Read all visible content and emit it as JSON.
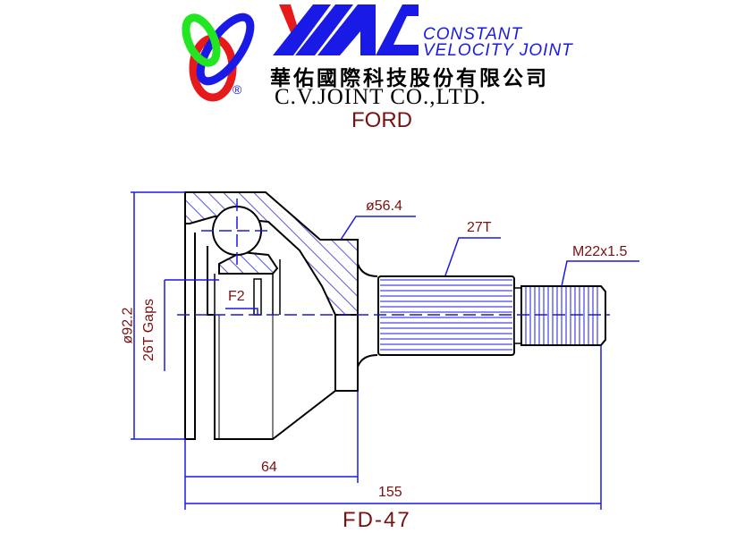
{
  "header": {
    "logo_text": "YAC",
    "registered_mark": "®",
    "tagline_line1": "CONSTANT",
    "tagline_line2": "VELOCITY  JOINT",
    "company_chinese": "華佑國際科技股份有限公司",
    "company_english": "C.V.JOINT CO.,LTD.",
    "make": "FORD"
  },
  "drawing": {
    "outer_diameter": "ø92.2",
    "inner_teeth": "26T Gaps",
    "bell_diameter": "ø56.4",
    "shaft_teeth": "27T",
    "thread": "M22x1.5",
    "f_label": "F2",
    "length_inner": "64",
    "length_total": "155",
    "part_number": "FD-47"
  },
  "colors": {
    "blue": "#1a1ae6",
    "dim_red": "#7a1010",
    "line": "#000000"
  }
}
